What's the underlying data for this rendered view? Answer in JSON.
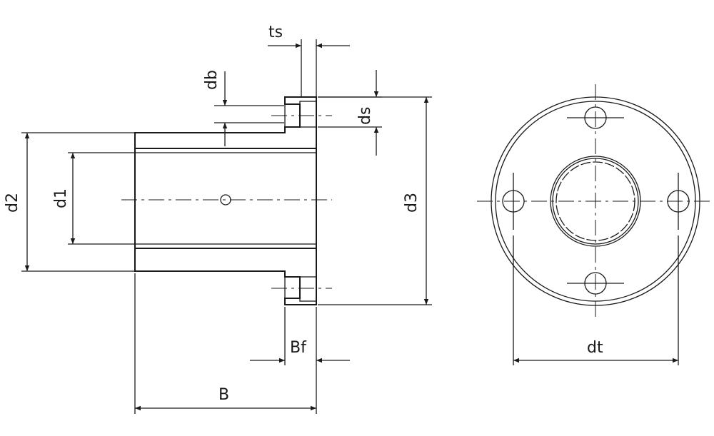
{
  "title": "Flanged bushing dimension drawing",
  "labels": {
    "ts": "ts",
    "db": "db",
    "ds": "ds",
    "d2": "d2",
    "d1": "d1",
    "d3": "d3",
    "bf": "Bf",
    "b": "B",
    "dt": "dt"
  },
  "colors": {
    "line": "#1a1a1a",
    "background": "#ffffff"
  }
}
